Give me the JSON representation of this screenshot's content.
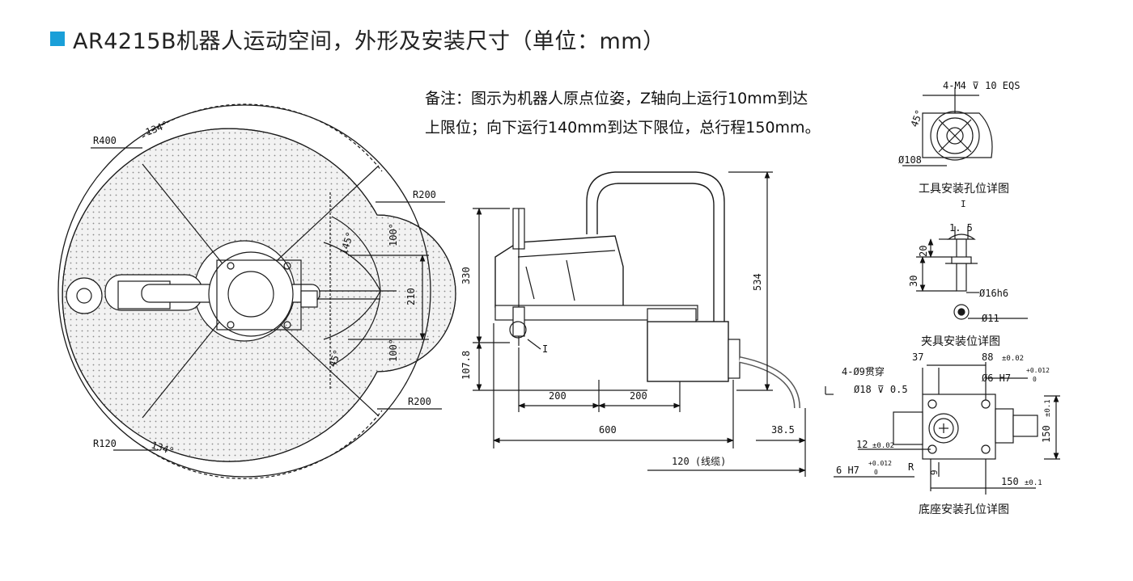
{
  "colors": {
    "accent": "#1a9fd8",
    "ink": "#222222",
    "line": "#1a1a1a",
    "workspace_fill": "#e9e9e9"
  },
  "header": {
    "title": "AR4215B机器人运动空间，外形及安装尺寸（单位：mm）"
  },
  "note": {
    "line1": "备注：图示为机器人原点位姿，Z轴向上运行10mm到达",
    "line2": "上限位；向下运行140mm到达下限位，总行程150mm。"
  },
  "top_view": {
    "r400": "R400",
    "r200_top": "R200",
    "r200_bottom": "R200",
    "r120": "R120",
    "angle_134_top": "134°",
    "angle_134_bottom": "134°",
    "angle_145": "145°",
    "angle_45": "45°",
    "angle_100_top": "100°",
    "angle_100_bottom": "100°",
    "dim_210": "210"
  },
  "side_view": {
    "dim_330": "330",
    "dim_534": "534",
    "dim_107_8": "107.8",
    "dim_200_a": "200",
    "dim_200_b": "200",
    "dim_600": "600",
    "dim_38_5": "38.5",
    "dim_cable": "120 (线缆)",
    "label_i": "I"
  },
  "tool_detail": {
    "callout": "4-M4 ⊽ 10 EQS",
    "angle": "45°",
    "diameter": "Ø108",
    "caption": "工具安装孔位详图",
    "label_i": "I"
  },
  "fixture_detail": {
    "dim_1_5": "1. 5",
    "dim_20": "20",
    "dim_30": "30",
    "dia_16h6": "Ø16h6",
    "dia_11": "Ø11",
    "caption": "夹具安装位详图"
  },
  "base_detail": {
    "hole": "4-Ø9贯穿",
    "dim_37": "37",
    "dim_88": "88",
    "tol_88": "±0.02",
    "dim_6h7_top": "Ø6 H7",
    "fit_top_upper": "+0.012",
    "fit_top_lower": "0",
    "counterbore": "Ø18 ⊽ 0.5",
    "dim_150_v": "150",
    "tol_150_v": "±0.1",
    "dim_12": "12",
    "tol_12": "±0.02",
    "dim_6h7_bottom": "6 H7",
    "fit_bottom_upper": "+0.012",
    "fit_bottom_lower": "0",
    "label_r": "R",
    "dim_9": "9",
    "dim_150_h": "150",
    "tol_150_h": "±0.1",
    "caption": "底座安装孔位详图"
  }
}
